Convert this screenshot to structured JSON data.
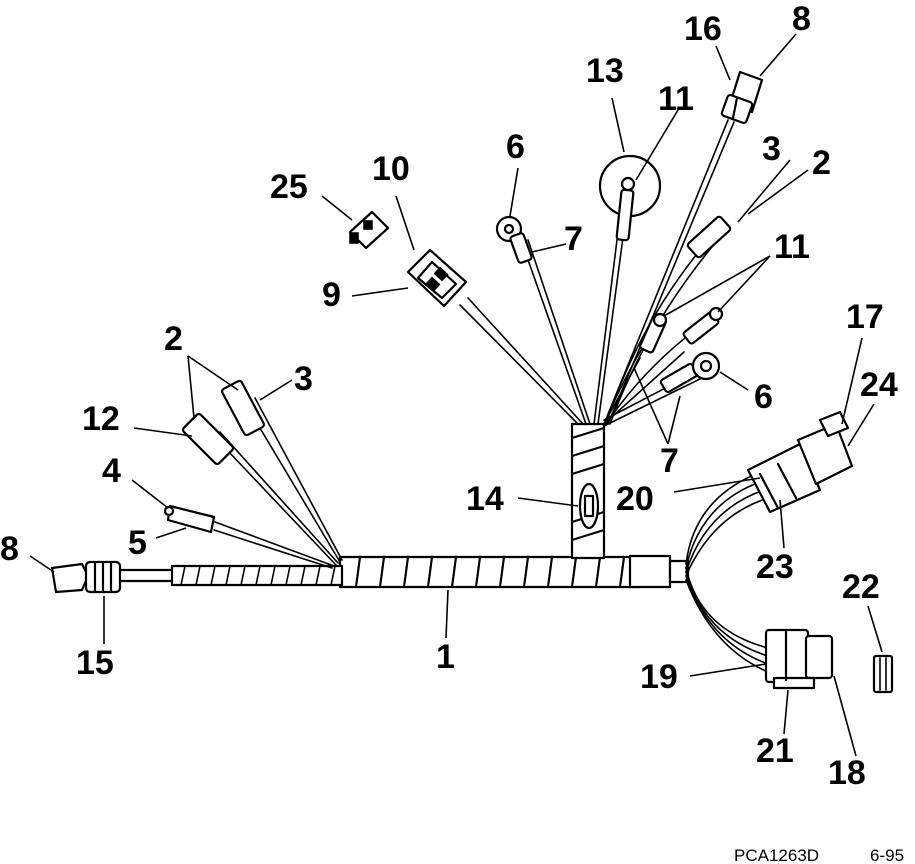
{
  "callouts": {
    "c1": "1",
    "c2a": "2",
    "c2b": "2",
    "c3a": "3",
    "c3b": "3",
    "c4": "4",
    "c5": "5",
    "c6a": "6",
    "c6b": "6",
    "c7a": "7",
    "c7b": "7",
    "c8a": "8",
    "c8b": "8",
    "c9": "9",
    "c10": "10",
    "c11a": "11",
    "c11b": "11",
    "c12": "12",
    "c13": "13",
    "c14": "14",
    "c15": "15",
    "c16": "16",
    "c17": "17",
    "c18": "18",
    "c19": "19",
    "c20": "20",
    "c21": "21",
    "c22": "22",
    "c23": "23",
    "c24": "24",
    "c25": "25"
  },
  "footer": {
    "code": "PCA1263D",
    "date": "6-95"
  }
}
